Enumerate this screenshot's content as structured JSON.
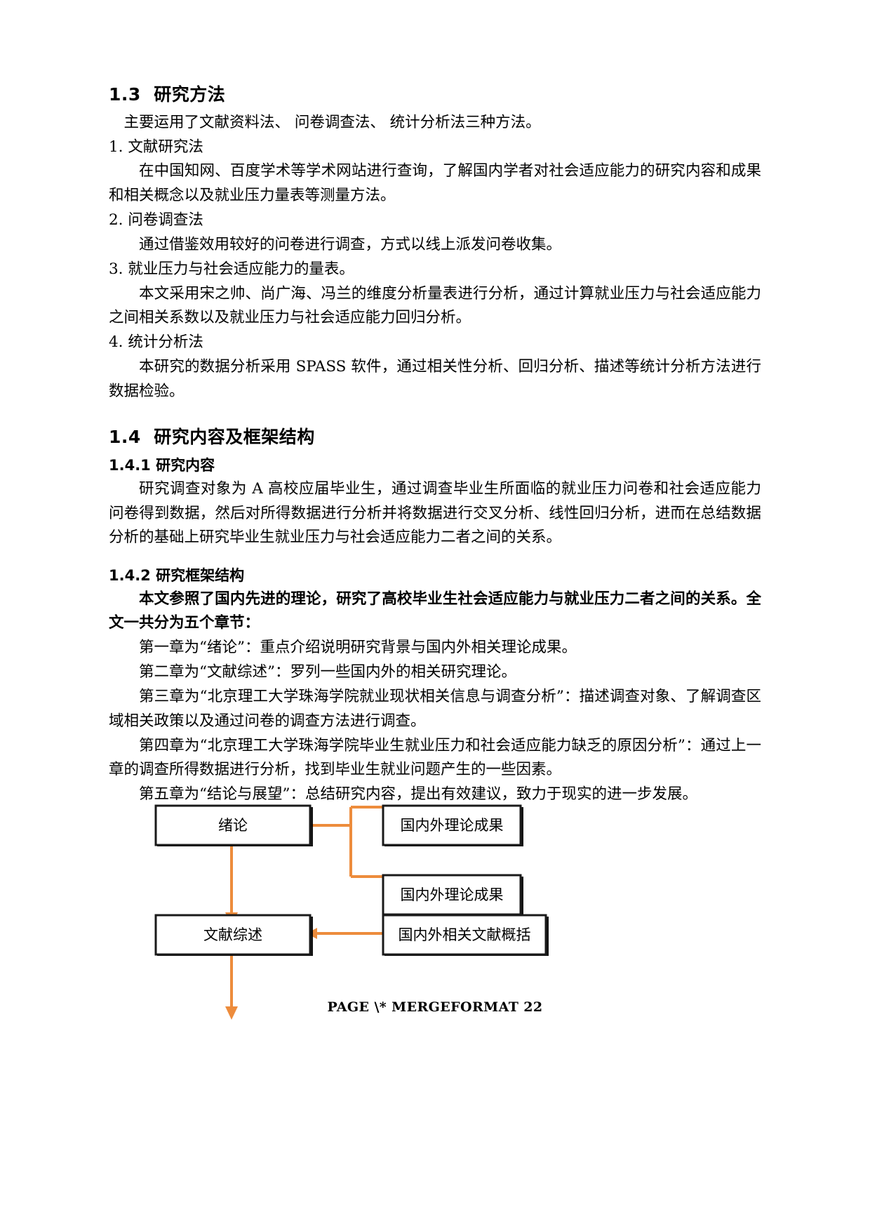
{
  "document": {
    "sections": [
      {
        "id": "sec-1-3",
        "heading": "1.3  研究方法",
        "intro": "主要运用了文献资料法、 问卷调查法、 统计分析法三种方法。",
        "items": [
          {
            "label": "1. 文献研究法",
            "text": "在中国知网、百度学术等学术网站进行查询，了解国内学者对社会适应能力的研究内容和成果和相关概念以及就业压力量表等测量方法。"
          },
          {
            "label": "2. 问卷调查法",
            "text": "通过借鉴效用较好的问卷进行调查，方式以线上派发问卷收集。"
          },
          {
            "label": "3. 就业压力与社会适应能力的量表。",
            "text": "本文采用宋之帅、尚广海、冯兰的维度分析量表进行分析，通过计算就业压力与社会适应能力之间相关系数以及就业压力与社会适应能力回归分析。"
          },
          {
            "label": "4. 统计分析法",
            "text": "本研究的数据分析采用 SPASS 软件，通过相关性分析、回归分析、描述等统计分析方法进行数据检验。"
          }
        ]
      },
      {
        "id": "sec-1-4",
        "heading": "1.4  研究内容及框架结构",
        "sub1": {
          "heading": "1.4.1 研究内容",
          "text": "研究调查对象为 A 高校应届毕业生，通过调查毕业生所面临的就业压力问卷和社会适应能力问卷得到数据，然后对所得数据进行分析并将数据进行交叉分析、线性回归分析，进而在总结数据分析的基础上研究毕业生就业压力与社会适应能力二者之间的关系。"
        },
        "sub2": {
          "heading": "1.4.2 研究框架结构",
          "lead": "本文参照了国内先进的理论，研究了高校毕业生社会适应能力与就业压力二者之间的关系。全文一共分为五个章节：",
          "chapters": [
            "第一章为“绪论”：重点介绍说明研究背景与国内外相关理论成果。",
            "第二章为“文献综述”：罗列一些国内外的相关研究理论。",
            "第三章为“北京理工大学珠海学院就业现状相关信息与调查分析”：描述调查对象、了解调查区域相关政策以及通过问卷的调查方法进行调查。",
            "第四章为“北京理工大学珠海学院毕业生就业压力和社会适应能力缺乏的原因分析”：通过上一章的调查所得数据进行分析，找到毕业生就业问题产生的一些因素。",
            "第五章为“结论与展望”：总结研究内容，提出有效建议，致力于现实的进一步发展。"
          ]
        }
      }
    ]
  },
  "flowchart": {
    "connector_color": "#ED8C3C",
    "box_border_color": "#000000",
    "nodes": {
      "intro": "绪论",
      "theory_1": "国内外理论成果",
      "theory_2": "国内外理论成果",
      "review": "文献综述",
      "lit_summary": "国内外相关文献概括"
    }
  },
  "footer": {
    "text": "PAGE  \\* MERGEFORMAT 22"
  }
}
